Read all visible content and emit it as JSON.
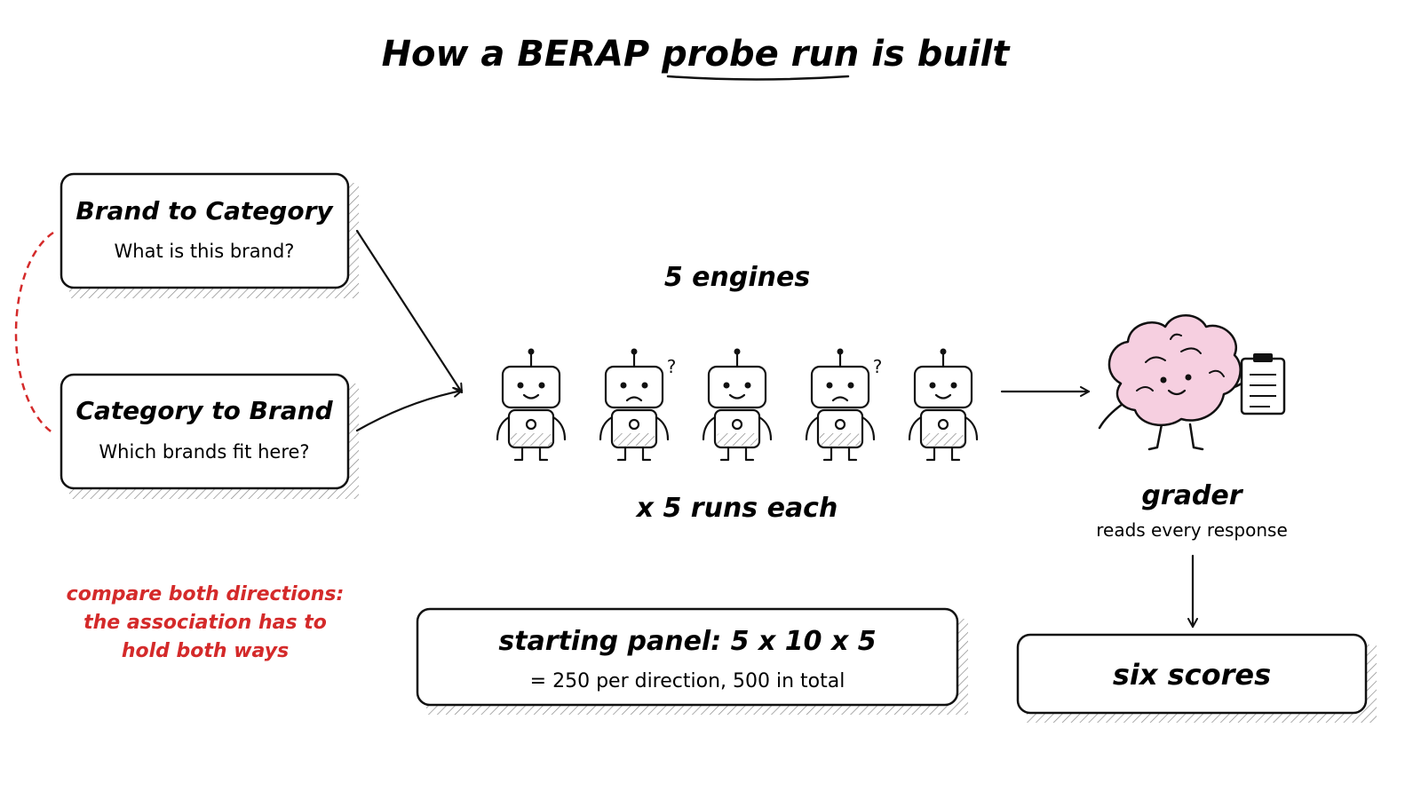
{
  "title": {
    "before": "How a BERAP ",
    "emphasis": "probe run",
    "after": " is built"
  },
  "directions": [
    {
      "name": "Brand to Category",
      "question": "What is this brand?"
    },
    {
      "name": "Category to Brand",
      "question": "Which brands fit here?"
    }
  ],
  "note": {
    "lines": [
      "compare both directions:",
      "the association has to",
      "hold both ways"
    ],
    "color": "#d42a2a"
  },
  "engines": {
    "label": "5 engines",
    "runs_label": "x 5 runs each",
    "count": 5,
    "faces": [
      "happy",
      "confused",
      "happy",
      "confused",
      "happy"
    ]
  },
  "grader": {
    "label": "grader",
    "sublabel": "reads every response",
    "icon": "brain-with-clipboard-icon",
    "fill": "#f6cfe0"
  },
  "panel": {
    "title": "starting panel: 5 x 10 x 5",
    "subtitle": "= 250 per direction, 500 in total"
  },
  "output": {
    "label": "six scores"
  }
}
